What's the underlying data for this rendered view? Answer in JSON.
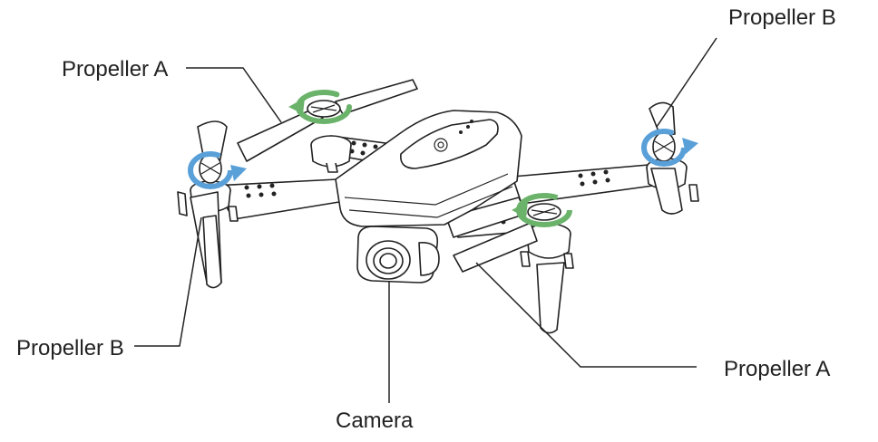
{
  "labels": {
    "propeller_a_top_left": "Propeller A",
    "propeller_b_top_right": "Propeller B",
    "propeller_b_bottom_left": "Propeller B",
    "propeller_a_bottom_right": "Propeller A",
    "camera": "Camera"
  },
  "colors": {
    "line": "#222222",
    "rotation_arrow_green": "#6bb36b",
    "rotation_arrow_blue": "#5aa0d8"
  },
  "icons": [
    "rotation-arrow-icon",
    "power-button-icon"
  ]
}
